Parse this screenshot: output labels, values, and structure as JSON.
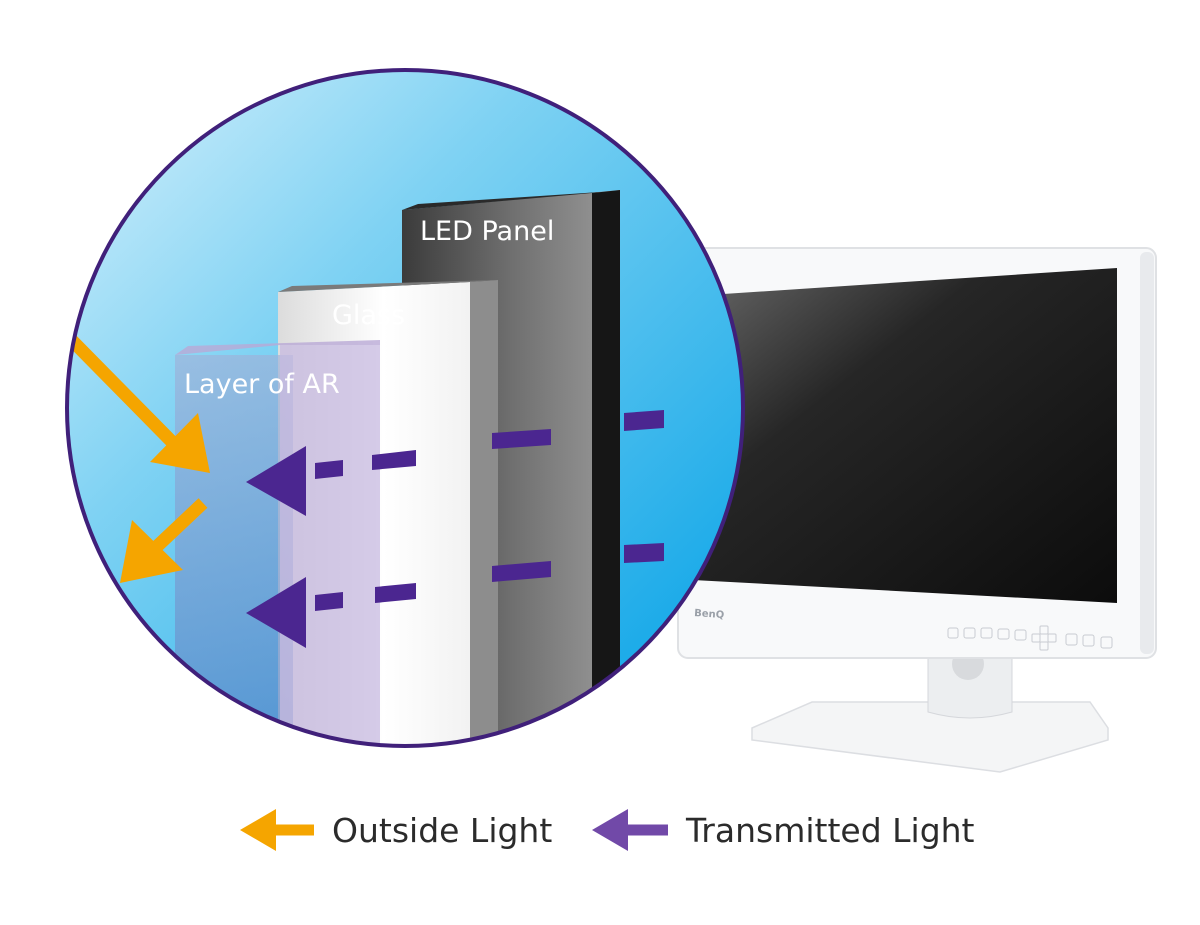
{
  "labels": {
    "led_panel": "LED Panel",
    "glass": "Glass",
    "ar_layer": "Layer of  AR"
  },
  "legend": {
    "outside_light": "Outside Light",
    "transmitted_light": "Transmitted Light"
  },
  "monitor": {
    "brand": "BenQ"
  },
  "colors": {
    "outside_light": "#f5a500",
    "transmitted_light": "#7149a8",
    "transmitted_dash": "#4b2690",
    "circle_border": "#40207a",
    "circle_fill_light": "#cfeefb",
    "circle_fill_dark": "#00a3e8"
  },
  "icons": [
    "outside-light-arrow-icon",
    "transmitted-light-arrow-icon"
  ]
}
